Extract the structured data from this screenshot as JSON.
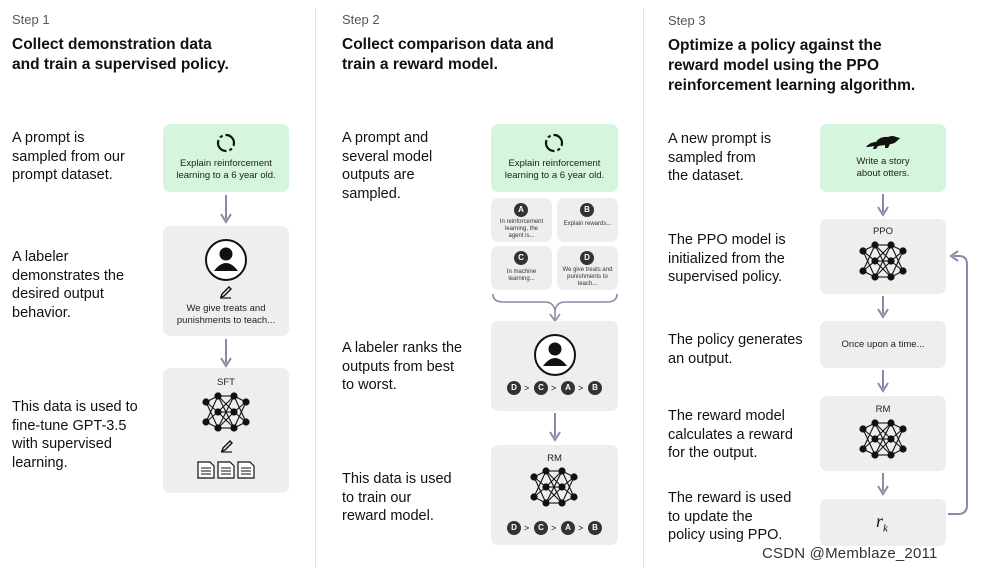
{
  "steps": [
    {
      "label": "Step 1",
      "title": "Collect demonstration data\nand train a supervised policy.",
      "descs": [
        "A prompt is\nsampled from our\nprompt dataset.",
        "A labeler\ndemonstrates the\ndesired output\nbehavior.",
        "This data is used to\nfine-tune GPT-3.5\nwith supervised\nlearning."
      ],
      "prompt_card": "Explain reinforcement\nlearning to a 6 year old.",
      "labeler_card": "We give treats and\npunishments to teach...",
      "model_label": "SFT"
    },
    {
      "label": "Step 2",
      "title": "Collect comparison data and\ntrain a reward model.",
      "descs": [
        "A prompt and\nseveral model\noutputs are\nsampled.",
        "A labeler ranks the\noutputs from best\nto worst.",
        "This data is used\nto train our\nreward model."
      ],
      "prompt_card": "Explain reinforcement\nlearning to a 6 year old.",
      "outputs": [
        {
          "letter": "A",
          "text": "In reinforcement\nlearning, the\nagent is..."
        },
        {
          "letter": "B",
          "text": "Explain rewards..."
        },
        {
          "letter": "C",
          "text": "In machine\nlearning..."
        },
        {
          "letter": "D",
          "text": "We give treats and\npunishments to\nteach..."
        }
      ],
      "ranking": [
        "D",
        "C",
        "A",
        "B"
      ],
      "model_label": "RM"
    },
    {
      "label": "Step 3",
      "title": "Optimize a policy against the\nreward model using the PPO\nreinforcement learning algorithm.",
      "descs": [
        "A new prompt is\nsampled from\nthe dataset.",
        "The PPO model is\ninitialized from the\nsupervised policy.",
        "The policy generates\nan output.",
        "The reward model\ncalculates a reward\nfor the output.",
        "The reward is used\nto update the\npolicy using PPO."
      ],
      "prompt_card": "Write a story\nabout otters.",
      "ppo_label": "PPO",
      "output_card": "Once upon a time...",
      "rm_label": "RM",
      "reward_symbol": "r",
      "reward_sub": "k"
    }
  ],
  "watermark": "CSDN @Memblaze_2011",
  "colors": {
    "green_card": "#d5f5dc",
    "gray_card": "#eeeeec",
    "arrow": "#8a8aa8",
    "badge": "#333333"
  },
  "icons": [
    "refresh-icon",
    "person-icon",
    "pencil-icon",
    "document-icon",
    "neural-net-icon",
    "otter-icon",
    "arrow-down-icon",
    "loop-arrow-icon",
    "brace-icon"
  ]
}
